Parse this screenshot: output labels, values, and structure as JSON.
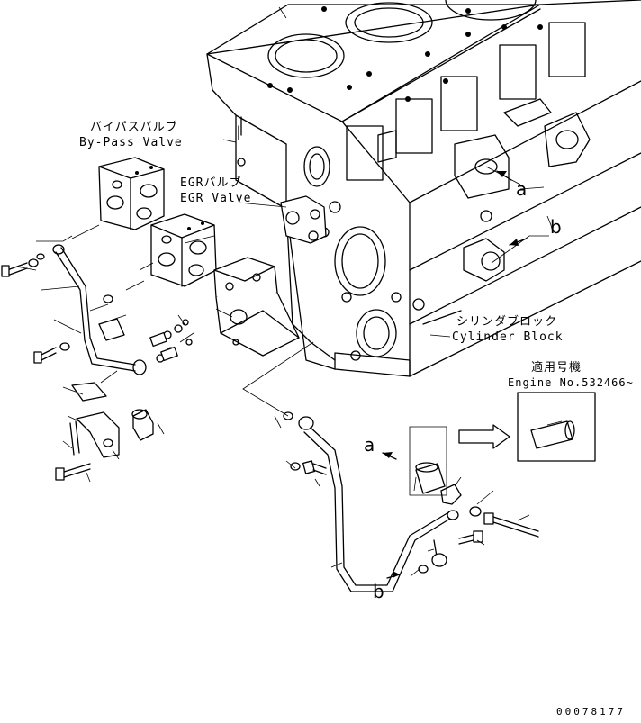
{
  "labels": {
    "bypass_valve_jp": "バイパスバルブ",
    "bypass_valve_en": "By-Pass Valve",
    "egr_valve_jp": "EGRバルブ",
    "egr_valve_en": "EGR Valve",
    "cylinder_block_jp": "シリンダブロック",
    "cylinder_block_en": "Cylinder Block",
    "applicable_jp": "適用号機",
    "engine_no": "Engine No.532466~"
  },
  "ref_letters": {
    "a_block": "a",
    "b_block": "b",
    "a_pipe": "a",
    "b_pipe": "b"
  },
  "document_number": "00078177"
}
